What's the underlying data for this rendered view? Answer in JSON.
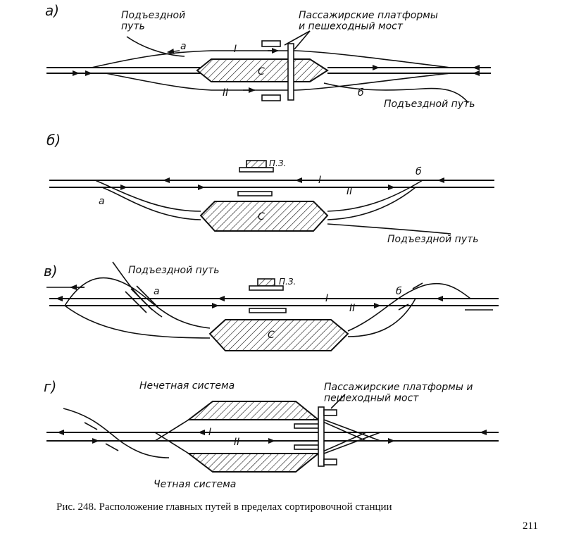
{
  "diagram": {
    "a": {
      "letter": "а)",
      "access_track_top": "Подъездной\nпуть",
      "platforms_label": "Пассажирские платформы\nи пешеходный мост",
      "switch_a": "а",
      "switch_b": "б",
      "track_I": "I",
      "track_II": "II",
      "yard": "С",
      "access_track_bottom": "Подъездной путь"
    },
    "b": {
      "letter": "б)",
      "station_building": "П.З.",
      "track_I": "I",
      "track_II": "II",
      "switch_a": "а",
      "switch_b": "б",
      "yard": "С",
      "access_track": "Подъездной путь"
    },
    "c": {
      "letter": "в)",
      "access_track": "Подъездной путь",
      "station_building": "П.З.",
      "switch_a": "а",
      "switch_b": "б",
      "track_I": "I",
      "track_II": "II",
      "yard": "С"
    },
    "d": {
      "letter": "г)",
      "odd_system": "Нечетная система",
      "platforms_label": "Пассажирские платформы и\nпешеходный мост",
      "track_I": "I",
      "track_II": "II",
      "even_system": "Четная система"
    }
  },
  "caption": "Рис. 248. Расположение главных путей в пределах сортировочной станции",
  "page_number": "211"
}
